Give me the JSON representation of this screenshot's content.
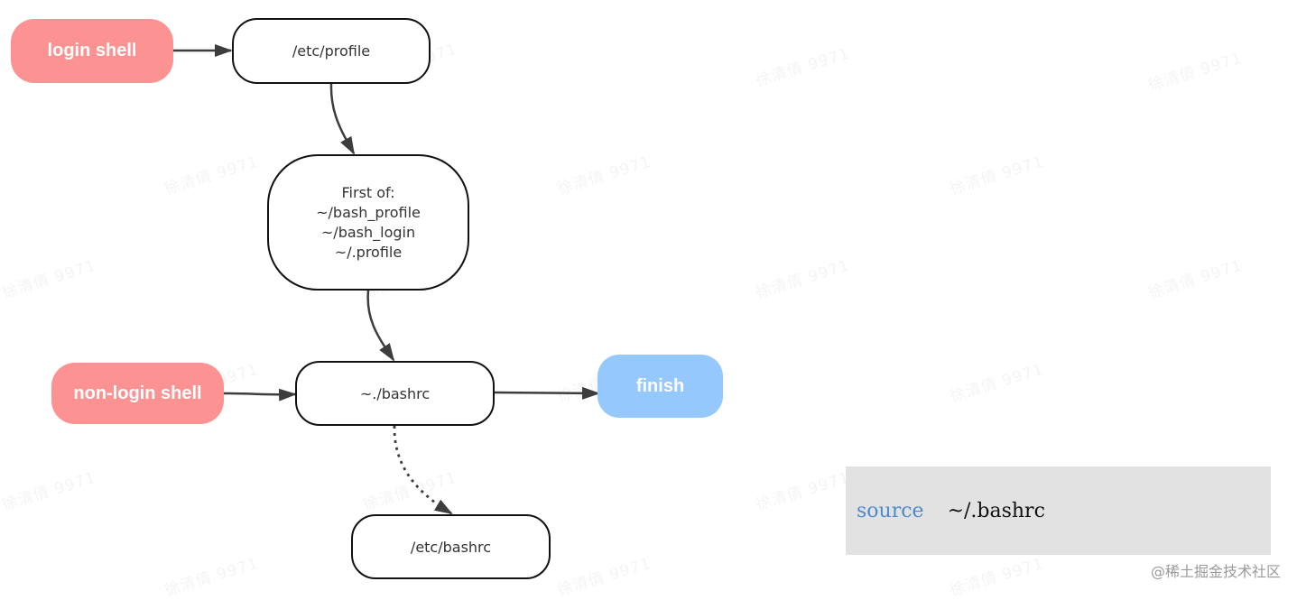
{
  "diagram": {
    "nodes": {
      "login_shell": "login shell",
      "etc_profile": "/etc/profile",
      "first_of": [
        "First of:",
        "~/bash_profile",
        "~/bash_login",
        "~/.profile"
      ],
      "non_login_shell": "non-login shell",
      "bashrc": "~./bashrc",
      "finish": "finish",
      "etc_bashrc": "/etc/bashrc"
    },
    "edges": [
      {
        "from": "login_shell",
        "to": "etc_profile",
        "style": "solid"
      },
      {
        "from": "etc_profile",
        "to": "first_of",
        "style": "solid"
      },
      {
        "from": "first_of",
        "to": "bashrc",
        "style": "solid"
      },
      {
        "from": "non_login_shell",
        "to": "bashrc",
        "style": "solid"
      },
      {
        "from": "bashrc",
        "to": "finish",
        "style": "solid"
      },
      {
        "from": "bashrc",
        "to": "etc_bashrc",
        "style": "dotted"
      }
    ],
    "colors": {
      "shell_fill": "#fd9292",
      "finish_fill": "#95c9fd",
      "outline": "#111111",
      "arrow": "#3d3d3d"
    }
  },
  "code": {
    "keyword": "source",
    "argument": "~/.bashrc",
    "keyword_color": "#4a8bd0",
    "background": "#e2e2e2"
  },
  "watermark": {
    "text": "徐清倩 9971",
    "credit": "@稀土掘金技术社区"
  }
}
